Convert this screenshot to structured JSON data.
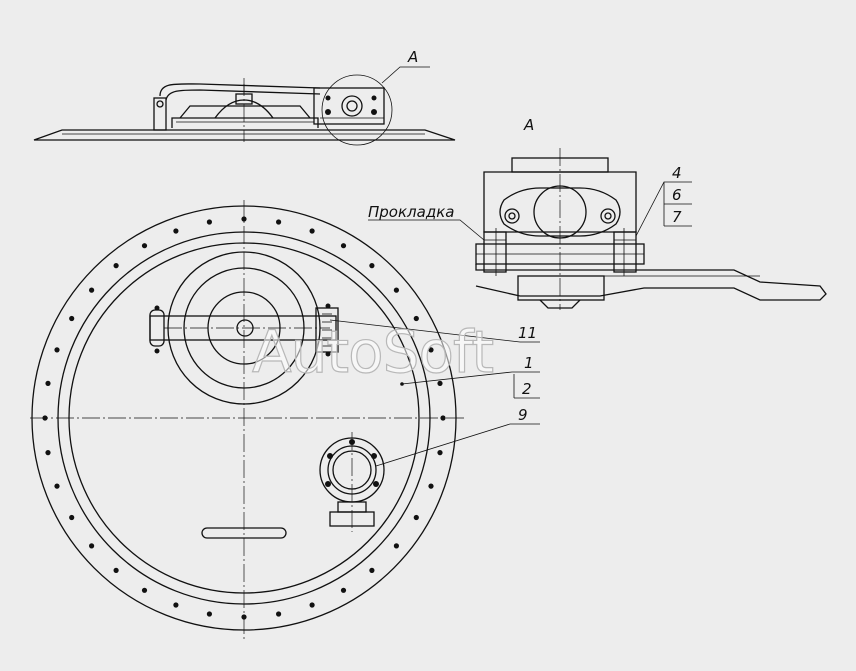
{
  "labels": {
    "view_a_callout": "A",
    "view_a_title": "A",
    "gasket": "Прокладка",
    "part_4": "4",
    "part_6": "6",
    "part_7": "7",
    "part_11": "11",
    "part_1": "1",
    "part_2": "2",
    "part_9": "9"
  },
  "watermark": "AutoSoft",
  "colors": {
    "background": "#ededed",
    "line": "#111111"
  }
}
